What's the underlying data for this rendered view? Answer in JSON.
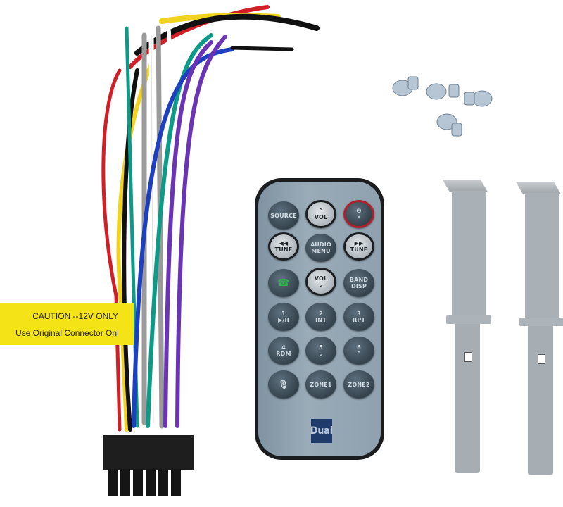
{
  "scene": {
    "description": "Car stereo accessories: wiring harness, remote control, mounting screws, removal keys",
    "background": "#ffffff"
  },
  "wiring_harness": {
    "label": {
      "line1": "CAUTION --12V ONLY",
      "line2": "Use Original Connector Onl",
      "color": "#f4e317"
    },
    "wire_colors": [
      "#d01f26",
      "#f0d321",
      "#111111",
      "#ffffff",
      "#9a9a9a",
      "#0d9a86",
      "#1e3fbf",
      "#6b34b5"
    ],
    "connector_color": "#1a1a1a"
  },
  "remote": {
    "brand": "Dual",
    "buttons": [
      {
        "id": "source",
        "label": "SOURCE"
      },
      {
        "id": "vol-up",
        "label": "VOL",
        "icon": "chevron-up"
      },
      {
        "id": "power-mute",
        "icon": "power-mute"
      },
      {
        "id": "tune-back",
        "label": "TUNE",
        "icon": "rewind"
      },
      {
        "id": "audio-menu",
        "label1": "AUDIO",
        "label2": "MENU"
      },
      {
        "id": "tune-fwd",
        "label": "TUNE",
        "icon": "fast-forward"
      },
      {
        "id": "phone",
        "icon": "phone"
      },
      {
        "id": "vol-down",
        "label": "VOL",
        "icon": "chevron-down"
      },
      {
        "id": "band-disp",
        "label1": "BAND",
        "label2": "DISP"
      },
      {
        "id": "1",
        "label1": "1",
        "label2": "▶/II"
      },
      {
        "id": "2",
        "label1": "2",
        "label2": "INT"
      },
      {
        "id": "3",
        "label1": "3",
        "label2": "RPT"
      },
      {
        "id": "4",
        "label1": "4",
        "label2": "RDM"
      },
      {
        "id": "5",
        "label1": "5",
        "label2": "⌄"
      },
      {
        "id": "6",
        "label1": "6",
        "label2": "⌃"
      },
      {
        "id": "mic",
        "icon": "microphone"
      },
      {
        "id": "zone1",
        "label": "ZONE1"
      },
      {
        "id": "zone2",
        "label": "ZONE2"
      }
    ]
  },
  "screws": {
    "count": 4
  },
  "removal_keys": {
    "count": 2
  }
}
